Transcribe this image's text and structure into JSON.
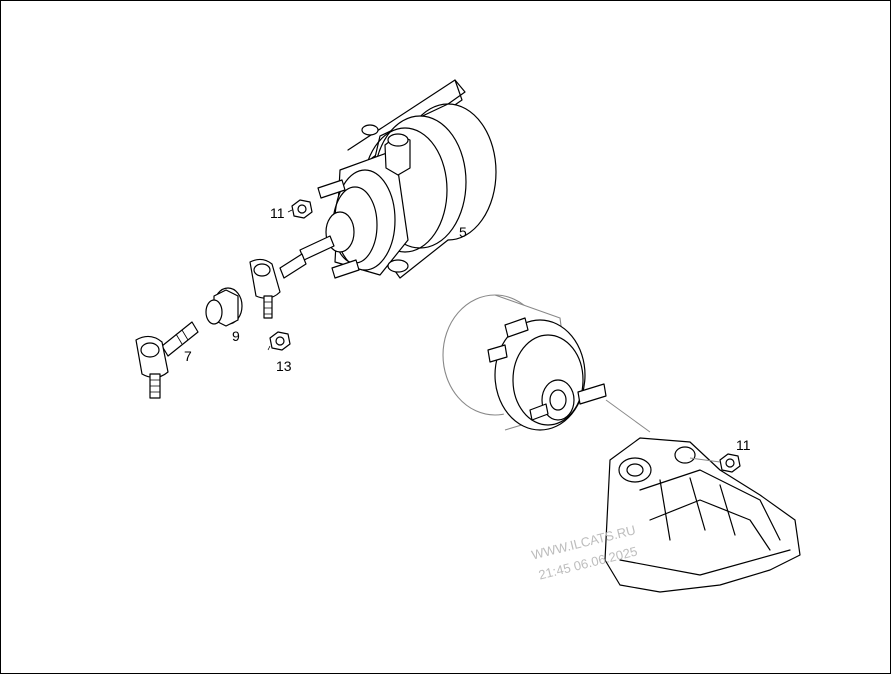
{
  "callouts": {
    "c5": "5",
    "c7": "7",
    "c9": "9",
    "c11a": "11",
    "c11b": "11",
    "c13": "13"
  },
  "watermark": {
    "line1": "WWW.ILCATS.RU",
    "line2": "21:45 06.06.2025"
  }
}
